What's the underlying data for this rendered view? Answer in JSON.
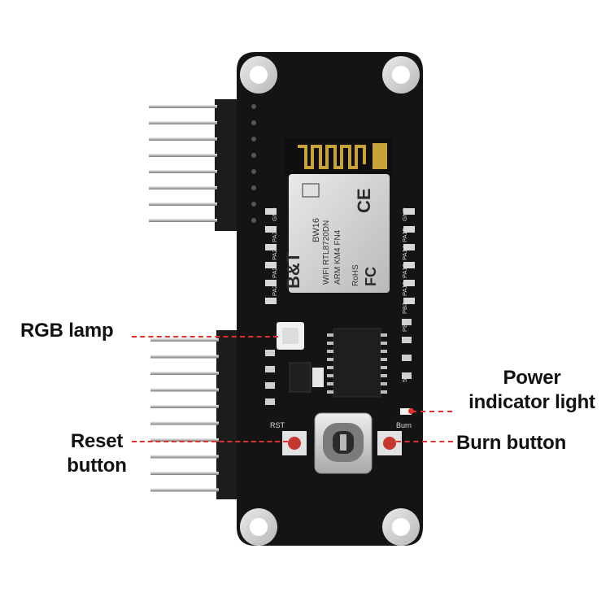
{
  "labels": {
    "rgb_lamp": "RGB lamp",
    "reset_button_line1": "Reset",
    "reset_button_line2": "button",
    "power_indicator_line1": "Power",
    "power_indicator_line2": "indicator light",
    "burn_button": "Burn button"
  },
  "module": {
    "brand": "B&T",
    "model": "BW16",
    "line_wifi": "WIFI RTL8720DN",
    "line_arm": "ARM KM4 FN4",
    "ce_mark": "CE",
    "fcc_mark": "FC",
    "rohs_mark": "RoHS"
  },
  "silkscreen": {
    "rst": "RST",
    "burn": "Burn",
    "gnd_left": "GND",
    "gnd_right": "GND",
    "pin_a30": "PA30",
    "pin_a27": "PA27",
    "pin_a25": "PA25",
    "pin_a26": "PA26",
    "pin_a15": "PA15",
    "pin_a14": "PA14",
    "pin_a13": "PA13",
    "pin_a12": "PA12",
    "pin_b3": "PB3",
    "pin_b2": "PB2",
    "pin_5v": "5V"
  },
  "colors": {
    "pcb": "#141414",
    "callout_line": "#e0312b",
    "pins": "#c9c9c9"
  }
}
